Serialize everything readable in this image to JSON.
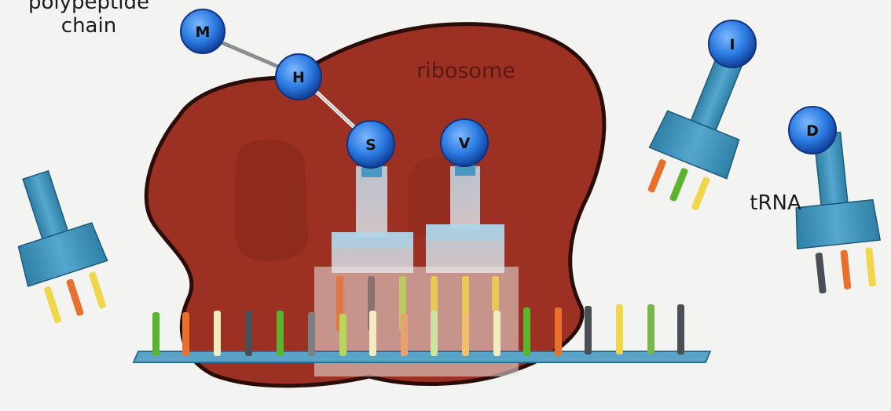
{
  "labels": {
    "polypeptide": "polypeptide\nchain",
    "ribosome": "ribosome",
    "trna": "tRNA"
  },
  "amino_acids": [
    "M",
    "H",
    "S",
    "V",
    "I",
    "D"
  ],
  "colors": {
    "ribosome": "#9c3123",
    "ribosome_dark": "#7a2017",
    "trna_body": "#3f8fb8",
    "amino_acid": "#1f6fdc",
    "mrna": "#5aa3c8",
    "base_green": "#5bb42f",
    "base_orange": "#e8702c",
    "base_yellow": "#f0d64a",
    "base_gray": "#4a4e55"
  }
}
